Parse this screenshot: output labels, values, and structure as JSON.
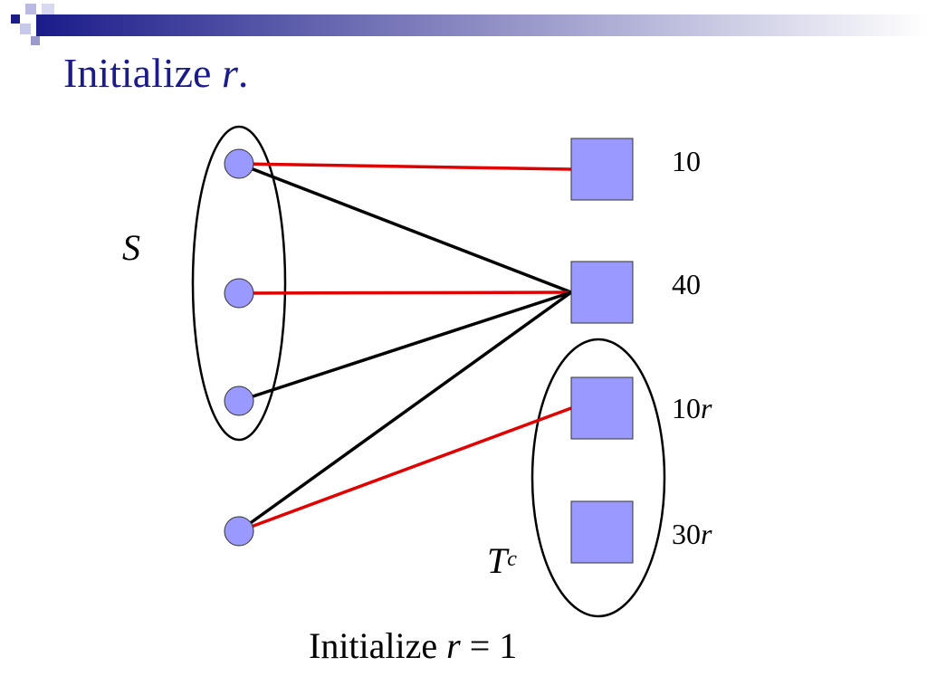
{
  "slide": {
    "title_prefix": "Initialize ",
    "title_var": "r",
    "title_suffix": ".",
    "colors": {
      "title": "#1b1b8a",
      "node_fill": "#9999ff",
      "highlight_edge": "#e00000",
      "edge": "#000000",
      "deco_dark": "#1b1b8a"
    }
  },
  "diagram": {
    "set_S_label": "S",
    "set_T_label": "T",
    "set_T_superscript": "c",
    "left_nodes": [
      "s1",
      "s2",
      "s3",
      "s4"
    ],
    "right_nodes": [
      {
        "id": "t1",
        "weight": "10",
        "weight_var": ""
      },
      {
        "id": "t2",
        "weight": "40",
        "weight_var": ""
      },
      {
        "id": "t3",
        "weight": "10",
        "weight_var": "r"
      },
      {
        "id": "t4",
        "weight": "30",
        "weight_var": "r"
      }
    ],
    "edges": [
      {
        "from": "s1",
        "to": "t1",
        "highlight": true
      },
      {
        "from": "s1",
        "to": "t2",
        "highlight": false
      },
      {
        "from": "s2",
        "to": "t2",
        "highlight": true
      },
      {
        "from": "s3",
        "to": "t2",
        "highlight": false
      },
      {
        "from": "s4",
        "to": "t2",
        "highlight": false
      },
      {
        "from": "s4",
        "to": "t3",
        "highlight": true
      }
    ]
  },
  "caption": {
    "prefix": "Initialize ",
    "var": "r",
    "suffix": " = 1"
  }
}
